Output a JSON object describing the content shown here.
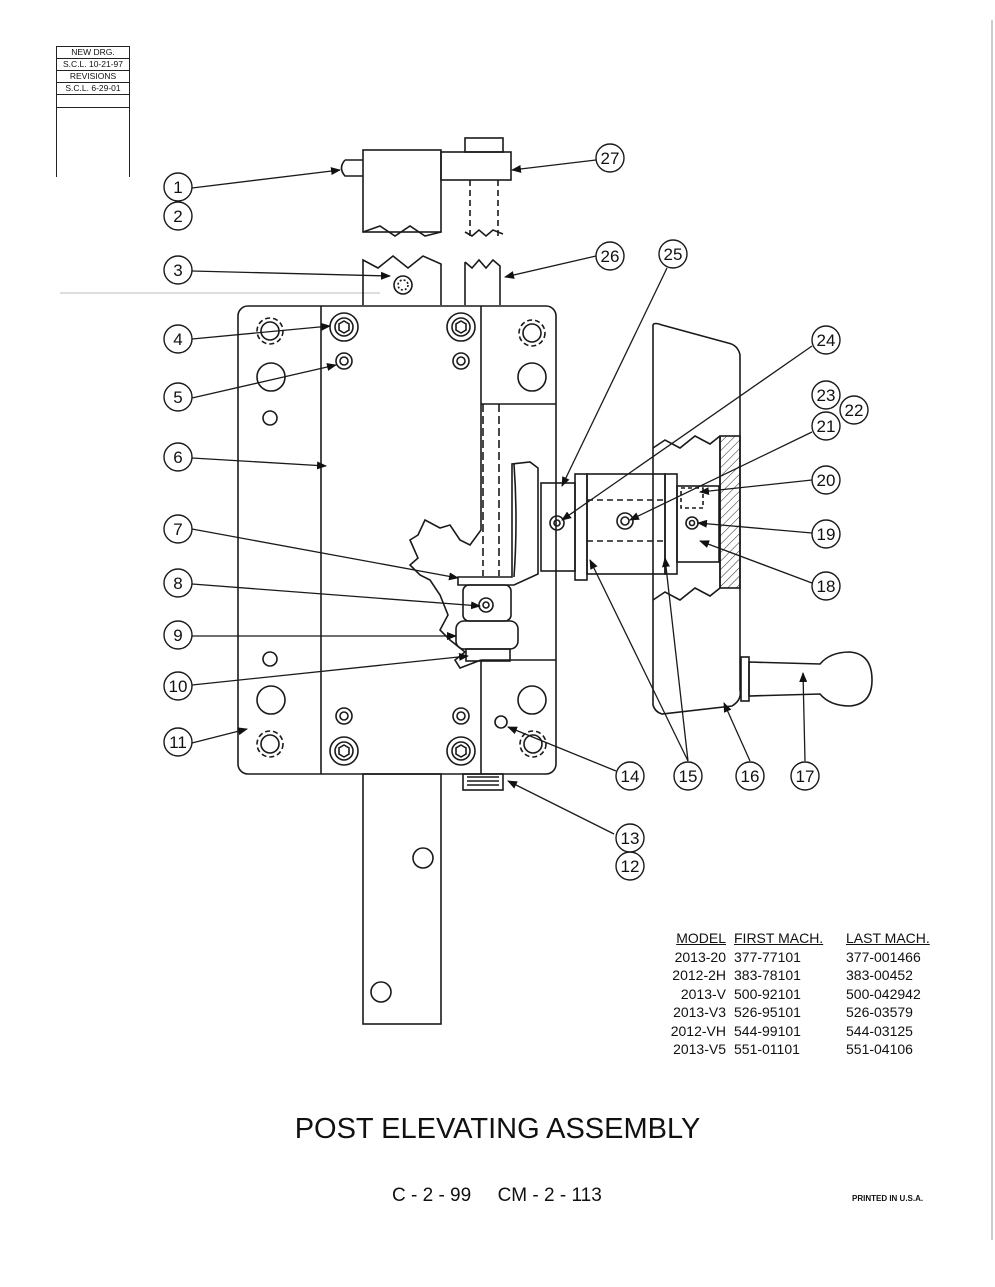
{
  "revision_block": {
    "rows": [
      "NEW DRG.",
      "S.C.L. 10-21-97",
      "REVISIONS",
      "S.C.L. 6-29-01",
      ""
    ]
  },
  "callouts": [
    "1",
    "2",
    "3",
    "4",
    "5",
    "6",
    "7",
    "8",
    "9",
    "10",
    "11",
    "12",
    "13",
    "14",
    "15",
    "16",
    "17",
    "18",
    "19",
    "20",
    "21",
    "22",
    "23",
    "24",
    "25",
    "26",
    "27"
  ],
  "model_table": {
    "headers": [
      "MODEL",
      "FIRST MACH.",
      "LAST MACH."
    ],
    "rows": [
      [
        "2013-20",
        "377-77101",
        "377-001466"
      ],
      [
        "2012-2H",
        "383-78101",
        "383-00452"
      ],
      [
        "2013-V",
        "500-92101",
        "500-042942"
      ],
      [
        "2013-V3",
        "526-95101",
        "526-03579"
      ],
      [
        "2012-VH",
        "544-99101",
        "544-03125"
      ],
      [
        "2013-V5",
        "551-01101",
        "551-04106"
      ]
    ]
  },
  "title": "POST ELEVATING ASSEMBLY",
  "footer": "C - 2 - 99     CM - 2 - 113",
  "printed": "PRINTED IN U.S.A."
}
